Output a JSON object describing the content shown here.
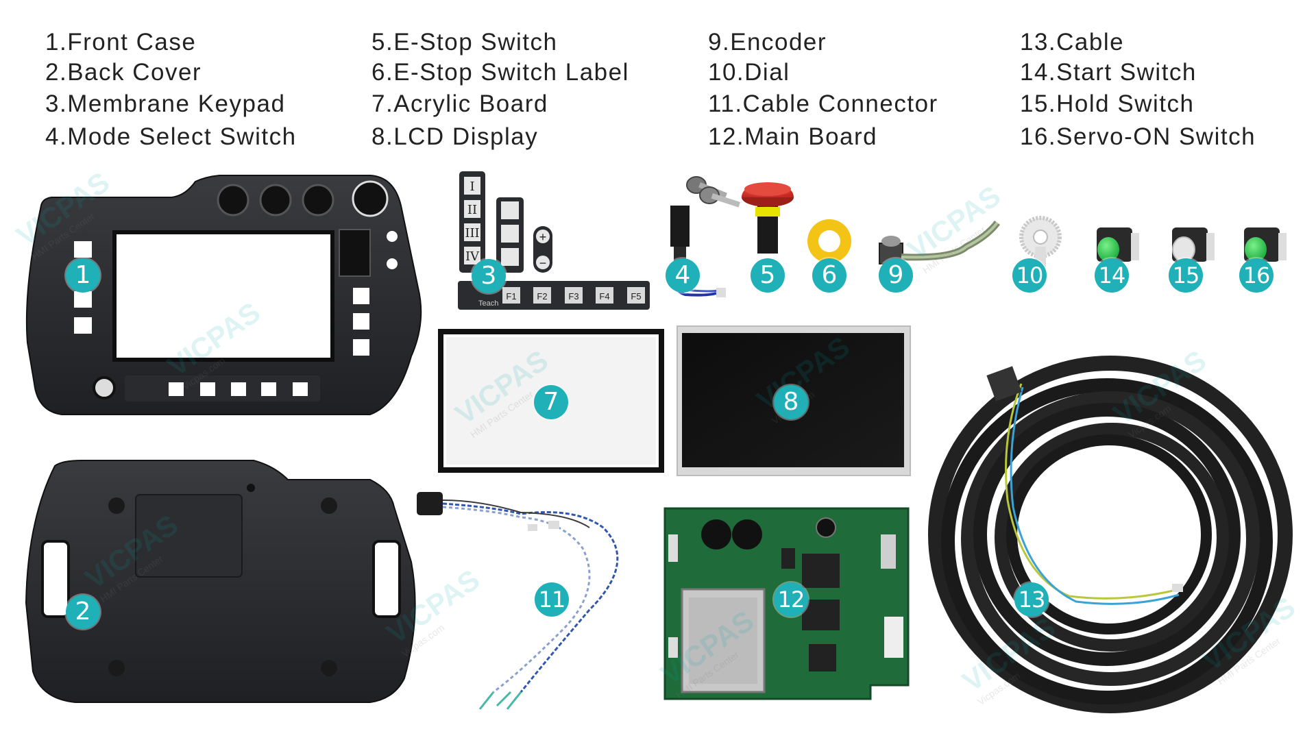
{
  "legend": {
    "col1": [
      "1.Front Case",
      "2.Back Cover",
      "3.Membrane Keypad",
      "4.Mode Select Switch"
    ],
    "col2": [
      "5.E-Stop Switch",
      "6.E-Stop Switch Label",
      "7.Acrylic Board",
      "8.LCD Display"
    ],
    "col3": [
      "9.Encoder",
      "10.Dial",
      "11.Cable Connector",
      "12.Main Board"
    ],
    "col4": [
      "13.Cable",
      "14.Start Switch",
      "15.Hold Switch",
      "16.Servo-ON Switch"
    ]
  },
  "badges": [
    "1",
    "2",
    "3",
    "4",
    "5",
    "6",
    "7",
    "8",
    "9",
    "10",
    "11",
    "12",
    "13",
    "14",
    "15",
    "16"
  ],
  "keypad": {
    "roman": [
      "I",
      "II",
      "III",
      "IV"
    ],
    "fkeys": [
      "F1",
      "F2",
      "F3",
      "F4",
      "F5"
    ],
    "teach": "Teach",
    "plus": "+",
    "minus": "−"
  },
  "watermark": {
    "brand": "VICPAS",
    "sub": "HMI Parts Center",
    "site": "Vicpas.com"
  },
  "colors": {
    "badge": "#1fb0b8",
    "estop_red": "#d9302b",
    "label_yellow": "#f3c316",
    "green_switch": "#2fc14a",
    "pcb_green": "#1f6b3a"
  }
}
